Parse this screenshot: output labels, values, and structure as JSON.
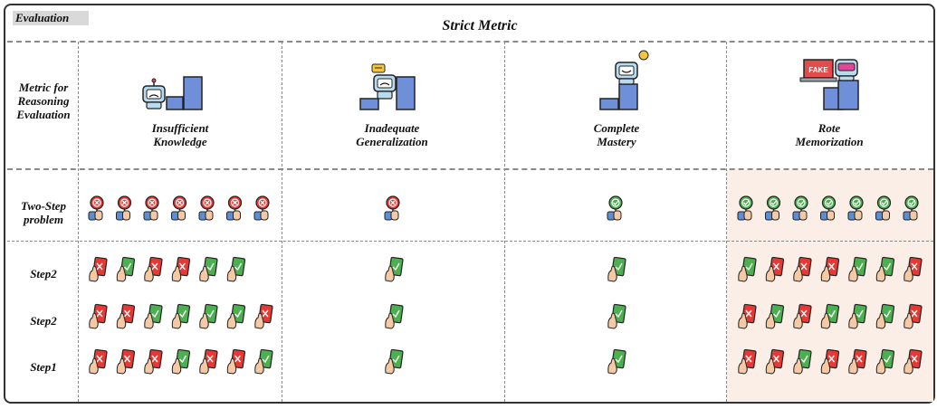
{
  "header": {
    "tag": "Evaluation",
    "title": "Strict Metric"
  },
  "row_labels": {
    "metric_line1": "Metric for",
    "metric_line2": "Reasoning",
    "metric_line3": "Evaluation",
    "two_step_line1": "Two-Step",
    "two_step_line2": "problem",
    "row_a": "Step2",
    "row_b": "Step2",
    "row_c": "Step1"
  },
  "columns": [
    {
      "line1": "Insufficient",
      "line2": "Knowledge"
    },
    {
      "line1": "Inadequate",
      "line2": "Generalization"
    },
    {
      "line1": "Complete",
      "line2": "Mastery"
    },
    {
      "line1": "Rote",
      "line2": "Memorization"
    }
  ],
  "icons": {
    "fake_sign": "FAKE"
  },
  "colors": {
    "correct": "#4caf50",
    "wrong": "#e53935",
    "highlight_bg": "#fbeee6",
    "bar": "#6f8fd8"
  },
  "grid": {
    "two_step": [
      [
        "wrong",
        "wrong",
        "wrong",
        "wrong",
        "wrong",
        "wrong",
        "wrong"
      ],
      [
        "wrong"
      ],
      [
        "correct"
      ],
      [
        "correct",
        "correct",
        "correct",
        "correct",
        "correct",
        "correct",
        "correct"
      ]
    ],
    "row_a": [
      [
        "wrong",
        "correct",
        "wrong",
        "wrong",
        "correct",
        "correct",
        ""
      ],
      [
        "correct"
      ],
      [
        "correct"
      ],
      [
        "correct",
        "wrong",
        "wrong",
        "wrong",
        "correct",
        "correct",
        "wrong"
      ]
    ],
    "row_b": [
      [
        "wrong",
        "wrong",
        "correct",
        "correct",
        "correct",
        "correct",
        "wrong"
      ],
      [
        "correct"
      ],
      [
        "correct"
      ],
      [
        "wrong",
        "correct",
        "wrong",
        "correct",
        "correct",
        "correct",
        "wrong"
      ]
    ],
    "row_c": [
      [
        "wrong",
        "wrong",
        "wrong",
        "correct",
        "wrong",
        "wrong",
        "correct"
      ],
      [
        "correct"
      ],
      [
        "correct"
      ],
      [
        "wrong",
        "wrong",
        "correct",
        "wrong",
        "wrong",
        "correct",
        "wrong"
      ]
    ]
  }
}
